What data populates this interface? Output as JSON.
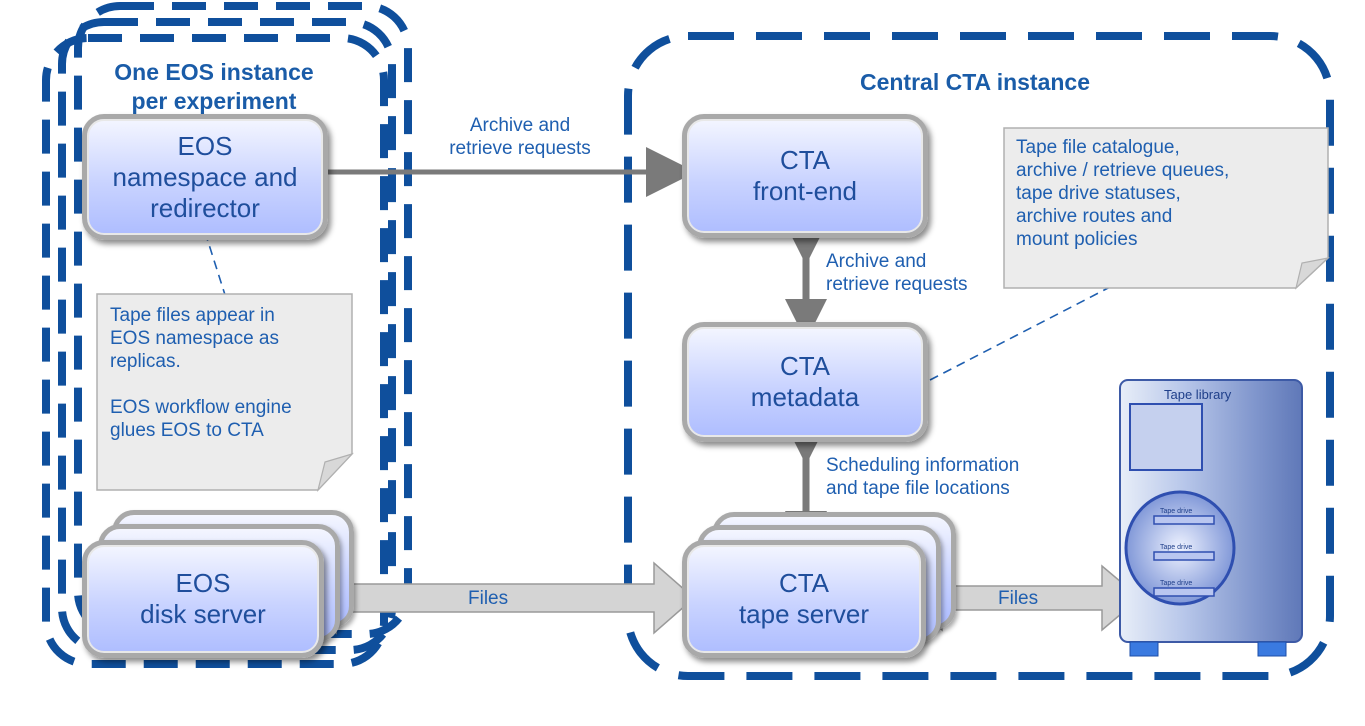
{
  "eos_group": {
    "title": "One EOS instance\nper experiment"
  },
  "cta_group": {
    "title": "Central CTA instance"
  },
  "boxes": {
    "eos_namespace": "EOS\nnamespace and\nredirector",
    "eos_disk": "EOS\ndisk server",
    "cta_frontend": "CTA\nfront-end",
    "cta_metadata": "CTA\nmetadata",
    "cta_tape": "CTA\ntape server"
  },
  "labels": {
    "archive_retrieve_top": "Archive and\nretrieve requests",
    "archive_retrieve_mid": "Archive and\nretrieve requests",
    "scheduling": "Scheduling information\nand tape file locations",
    "files_left": "Files",
    "files_right": "Files"
  },
  "notes": {
    "eos_note": "Tape files appear in\nEOS namespace as\nreplicas.\n\nEOS workflow engine\nglues EOS to CTA",
    "cta_note": "Tape file catalogue,\narchive / retrieve queues,\ntape drive statuses,\narchive routes and\nmount policies"
  },
  "tape_library": {
    "title": "Tape library",
    "drives": [
      "Tape drive",
      "Tape drive",
      "Tape drive"
    ]
  },
  "colors": {
    "group_border": "#0f4f9c",
    "box_text": "#1f4e9c",
    "arrow": "#7a7a7a",
    "files_arrow_fill": "#d4d4d4"
  }
}
